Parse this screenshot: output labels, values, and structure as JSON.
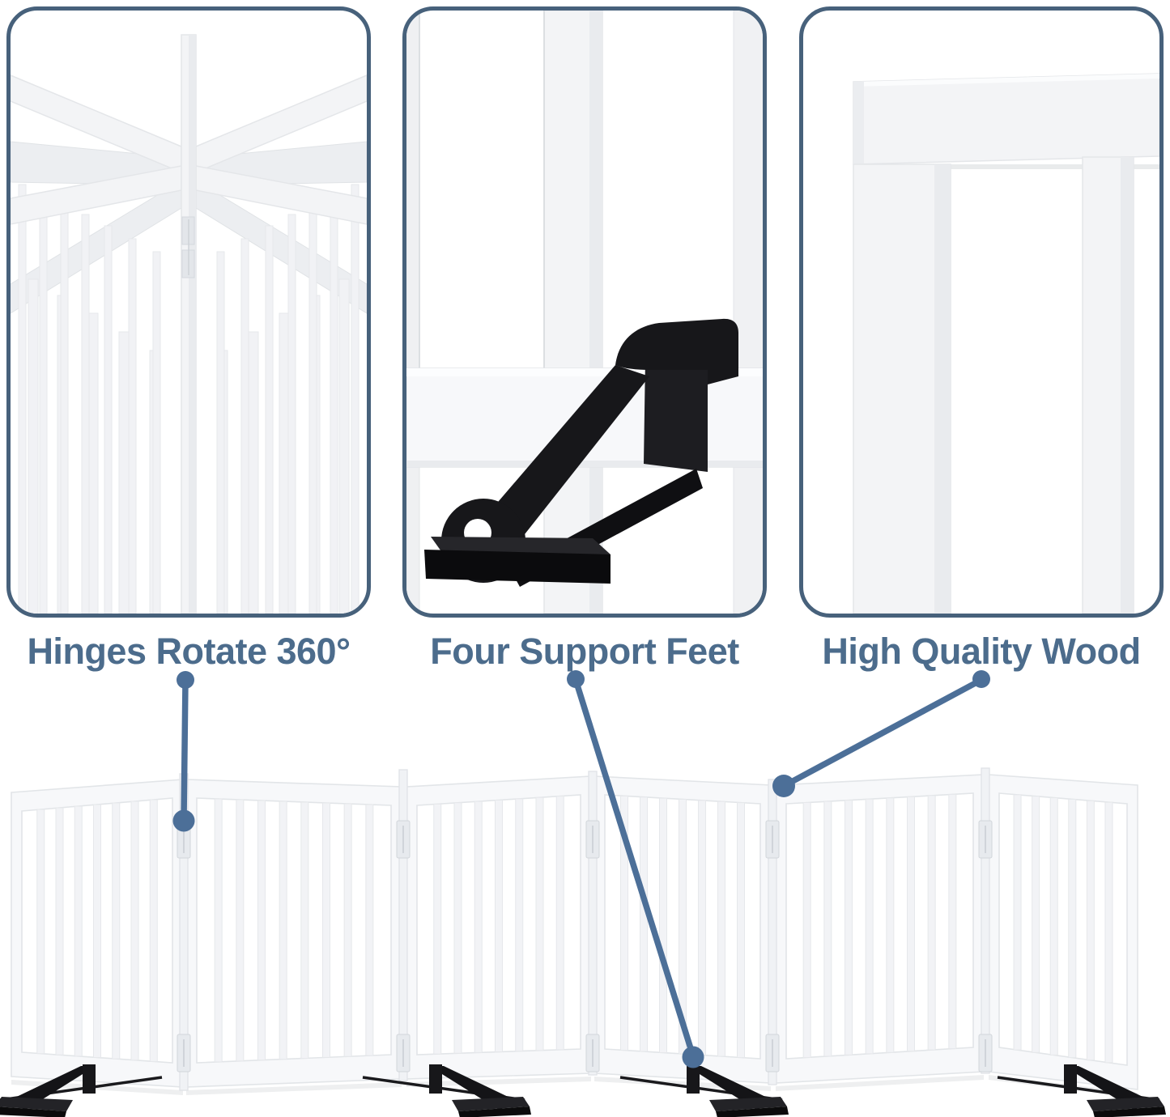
{
  "features": [
    {
      "id": "hinges",
      "label": "Hinges Rotate 360°",
      "illustration": "folded-gate-panels-hinge-view"
    },
    {
      "id": "feet",
      "label": "Four Support Feet",
      "illustration": "black-metal-support-foot-hooked-on-rail"
    },
    {
      "id": "wood",
      "label": "High Quality Wood",
      "illustration": "white-wood-frame-corner"
    }
  ],
  "product": {
    "kind": "white freestanding folding pet gate",
    "panel_count": 6,
    "support_feet_count": 4,
    "hinge_pairs_visible": 5
  },
  "colors": {
    "label_text": "#4c6c8c",
    "card_border": "#47617b",
    "connector_line": "#4c6f98",
    "gate_white": "#f7f8fa",
    "foot_black": "#17171a",
    "background": "#ffffff"
  }
}
